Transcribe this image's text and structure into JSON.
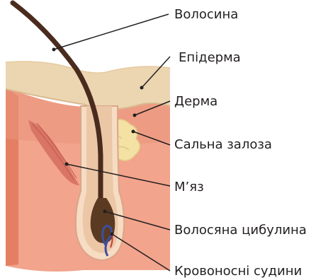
{
  "labels": {
    "hair": "Волосина",
    "epidermis": "Епідерма",
    "dermis": "Дерма",
    "sebaceous_gland": "Сальна залоза",
    "muscle": "М’яз",
    "hair_bulb": "Волосяна цибулина",
    "blood_vessels": "Кровоносні судини"
  },
  "colors": {
    "hair": "#4a2c1e",
    "epidermis": "#ecd6b1",
    "dermis": "#f2a48c",
    "dermis_top": "#e9967c",
    "side_face": "#e47f64",
    "sebaceous_gland": "#f3e2a3",
    "muscle": "#d97566",
    "blood_vessels": "#3b4fa0",
    "leader_lines": "#231f20",
    "label_text": "#231f20"
  }
}
